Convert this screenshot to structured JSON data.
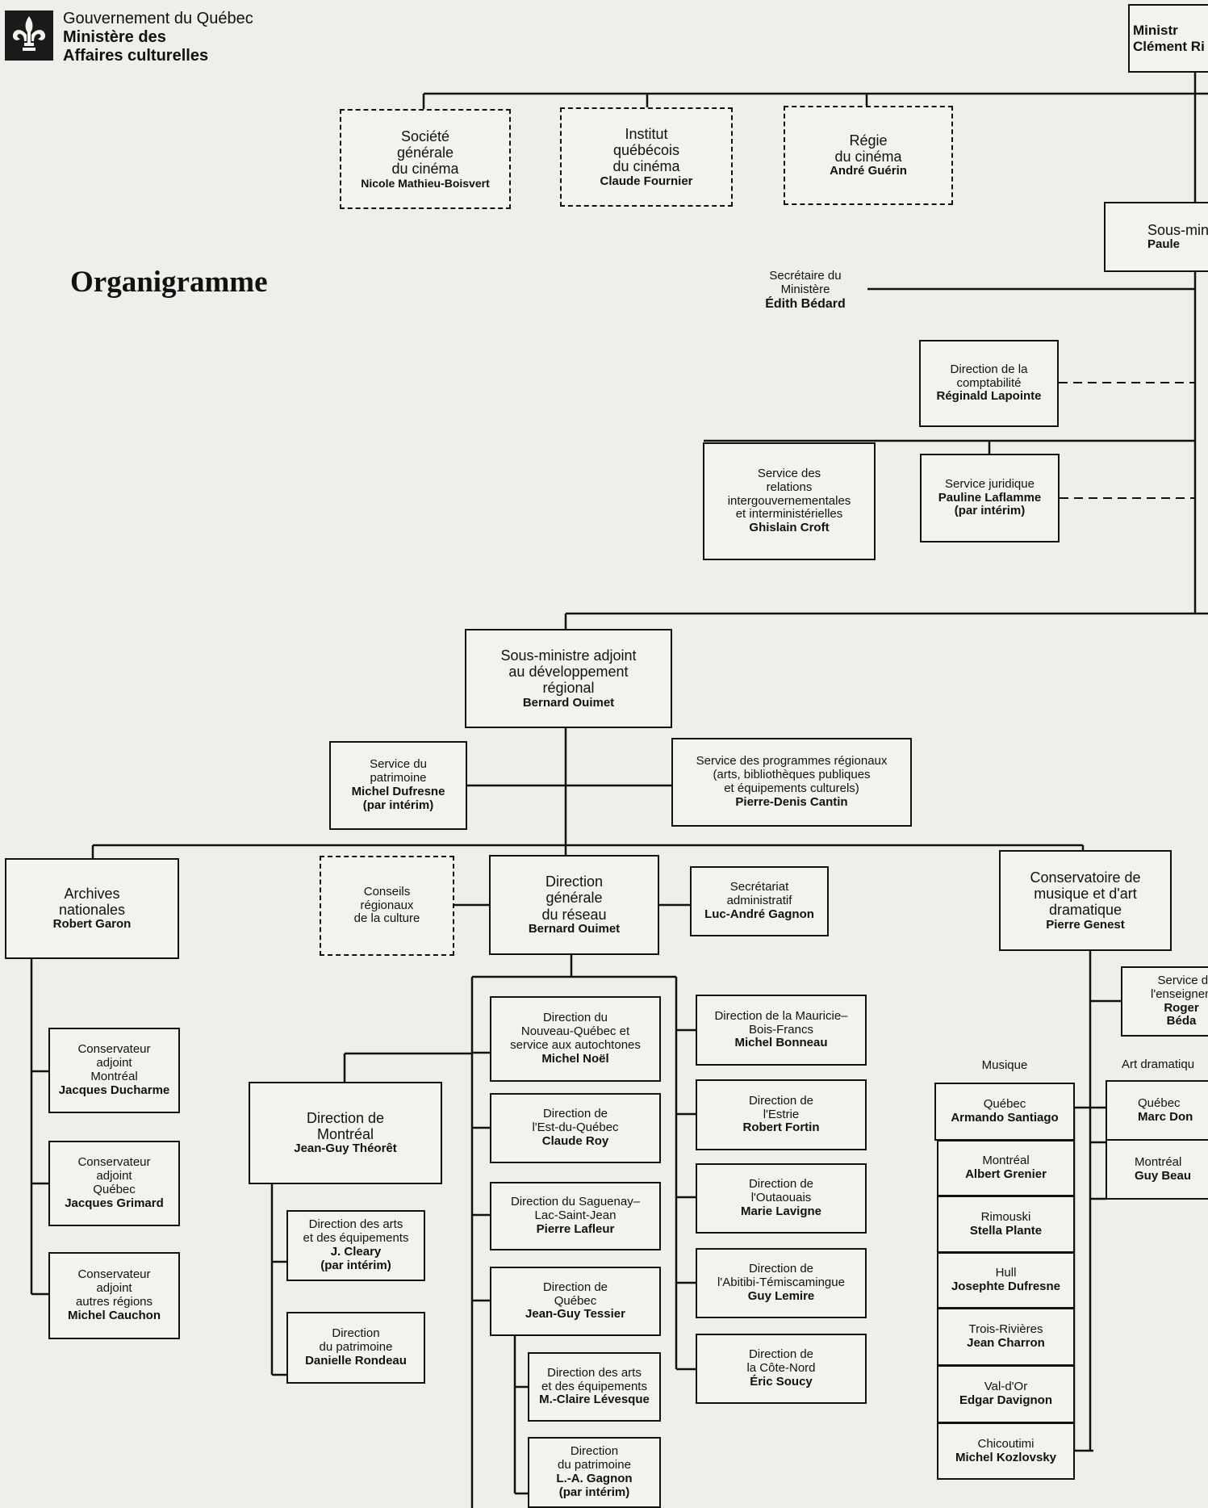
{
  "header": {
    "gov": "Gouvernement du Québec",
    "ministry_line1": "Ministère des",
    "ministry_line2": "Affaires culturelles",
    "title": "Organigramme"
  },
  "ministre": {
    "title": "Ministr",
    "name": "Clément Ri"
  },
  "sgc": {
    "title": "Société\ngénérale\ndu cinéma",
    "name": "Nicole Mathieu-Boisvert"
  },
  "iqc": {
    "title": "Institut\nquébécois\ndu cinéma",
    "name": "Claude Fournier"
  },
  "regie": {
    "title": "Régie\ndu cinéma",
    "name": "André Guérin"
  },
  "sousministre": {
    "title": "Sous-min",
    "name": "Paule"
  },
  "secretaire": {
    "title": "Secrétaire du\nMinistère",
    "name": "Édith Bédard"
  },
  "compta": {
    "title": "Direction de la\ncomptabilité",
    "name": "Réginald Lapointe"
  },
  "relations": {
    "title": "Service des\nrelations\nintergouvernementales\net interministérielles",
    "name": "Ghislain Croft"
  },
  "juridique": {
    "title": "Service juridique",
    "name": "Pauline Laflamme\n(par intérim)"
  },
  "sma": {
    "title": "Sous-ministre adjoint\nau développement\nrégional",
    "name": "Bernard Ouimet"
  },
  "patrimoine_sv": {
    "title": "Service du\npatrimoine",
    "name": "Michel Dufresne\n(par intérim)"
  },
  "programmes": {
    "title": "Service des programmes régionaux\n(arts, bibliothèques publiques\net équipements culturels)",
    "name": "Pierre-Denis Cantin"
  },
  "archives": {
    "title": "Archives\nnationales",
    "name": "Robert Garon"
  },
  "conseils": {
    "title": "Conseils\nrégionaux\nde la culture",
    "name": ""
  },
  "dgr": {
    "title": "Direction\ngénérale\ndu réseau",
    "name": "Bernard Ouimet"
  },
  "secretariat": {
    "title": "Secrétariat\nadministratif",
    "name": "Luc-André Gagnon"
  },
  "conservatoire": {
    "title": "Conservatoire de\nmusique et d'art\ndramatique",
    "name": "Pierre Genest"
  },
  "enseignement": {
    "title": "Service de\nl'enseigneme",
    "name": "Roger Béda"
  },
  "cons_mtl": {
    "title": "Conservateur\nadjoint\nMontréal",
    "name": "Jacques Ducharme"
  },
  "cons_qc": {
    "title": "Conservateur\nadjoint\nQuébec",
    "name": "Jacques Grimard"
  },
  "cons_autres": {
    "title": "Conservateur\nadjoint\nautres régions",
    "name": "Michel Cauchon"
  },
  "dir_mtl": {
    "title": "Direction de\nMontréal",
    "name": "Jean-Guy Théorêt"
  },
  "mtl_arts": {
    "title": "Direction des arts\net des équipements",
    "name": "J. Cleary\n(par intérim)"
  },
  "mtl_patr": {
    "title": "Direction\ndu patrimoine",
    "name": "Danielle Rondeau"
  },
  "nq": {
    "title": "Direction du\nNouveau-Québec et\nservice aux autochtones",
    "name": "Michel Noël"
  },
  "est": {
    "title": "Direction de\nl'Est-du-Québec",
    "name": "Claude Roy"
  },
  "sag": {
    "title": "Direction du Saguenay–\nLac-Saint-Jean",
    "name": "Pierre Lafleur"
  },
  "dqc": {
    "title": "Direction de\nQuébec",
    "name": "Jean-Guy Tessier"
  },
  "qc_arts": {
    "title": "Direction des arts\net des équipements",
    "name": "M.-Claire Lévesque"
  },
  "qc_patr": {
    "title": "Direction\ndu patrimoine",
    "name": "L.-A. Gagnon\n(par intérim)"
  },
  "maur": {
    "title": "Direction de la Mauricie–\nBois-Francs",
    "name": "Michel Bonneau"
  },
  "estrie": {
    "title": "Direction de\nl'Estrie",
    "name": "Robert Fortin"
  },
  "outa": {
    "title": "Direction de\nl'Outaouais",
    "name": "Marie Lavigne"
  },
  "abit": {
    "title": "Direction de\nl'Abitibi-Témiscamingue",
    "name": "Guy Lemire"
  },
  "cote": {
    "title": "Direction de\nla Côte-Nord",
    "name": "Éric Soucy"
  },
  "musique_label": "Musique",
  "artdram_label": "Art dramatiqu",
  "mus_qc": {
    "title": "Québec",
    "name": "Armando Santiago"
  },
  "mus_mtl": {
    "title": "Montréal",
    "name": "Albert Grenier"
  },
  "mus_rim": {
    "title": "Rimouski",
    "name": "Stella Plante"
  },
  "mus_hull": {
    "title": "Hull",
    "name": "Josephte Dufresne"
  },
  "mus_tr": {
    "title": "Trois-Rivières",
    "name": "Jean Charron"
  },
  "mus_vd": {
    "title": "Val-d'Or",
    "name": "Edgar Davignon"
  },
  "mus_chic": {
    "title": "Chicoutimi",
    "name": "Michel Kozlovsky"
  },
  "ad_qc": {
    "title": "Québec",
    "name": "Marc Don"
  },
  "ad_mtl": {
    "title": "Montréal",
    "name": "Guy Beau"
  }
}
